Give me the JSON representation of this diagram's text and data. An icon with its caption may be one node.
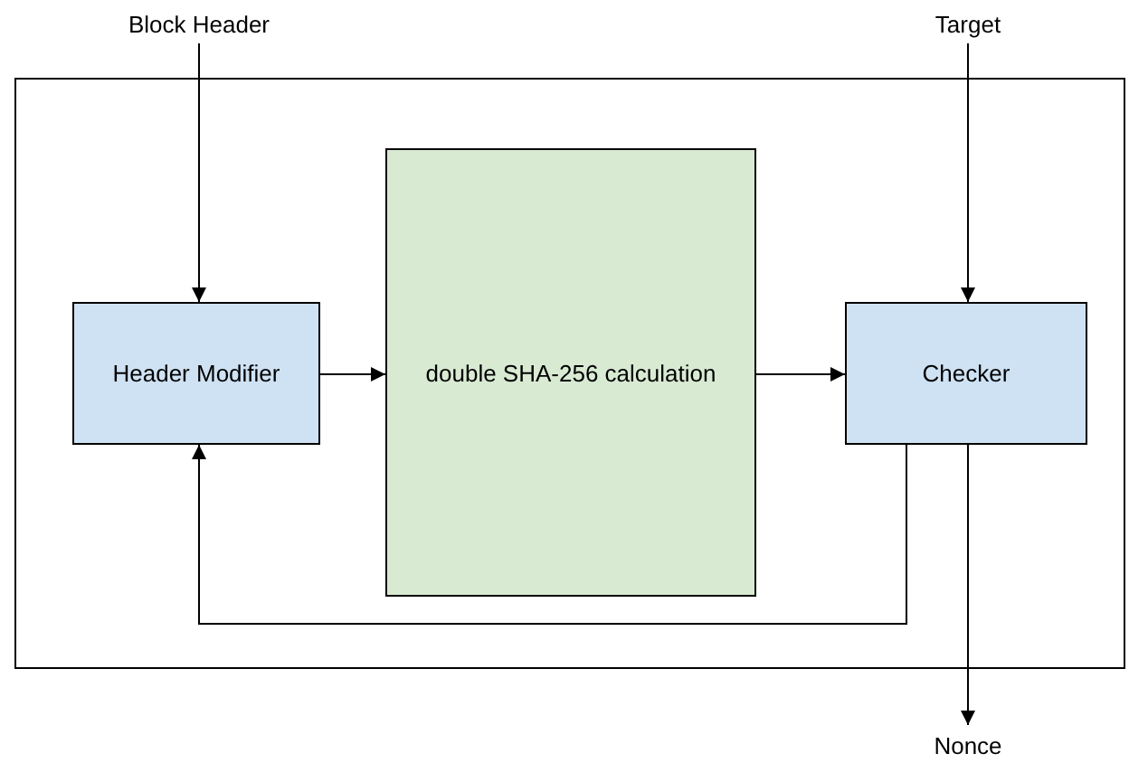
{
  "diagram": {
    "nodes": [
      {
        "text": [],
        "shape": "box"
      },
      {
        "text": [
          "Header Modifier"
        ],
        "in": 0
      },
      {
        "text": [
          "double SHA-256 calculation"
        ],
        "in": 0
      },
      {
        "text": [
          "Checker"
        ],
        "in": 0
      },
      {
        "text": [
          "Block Header"
        ]
      },
      {
        "text": [
          "Target"
        ]
      },
      {
        "text": [
          "Nonce"
        ]
      }
    ],
    "edges": [
      {
        "from": 4,
        "to": 1,
        "arrow": "to"
      },
      {
        "from": 1,
        "to": 2,
        "arrow": "to"
      },
      {
        "from": 2,
        "to": 3,
        "arrow": "to"
      },
      {
        "from": 5,
        "to": 3,
        "arrow": "to"
      },
      {
        "from": 3,
        "to": 1,
        "arrow": "to"
      },
      {
        "from": 3,
        "to": 6,
        "arrow": "to"
      }
    ]
  }
}
